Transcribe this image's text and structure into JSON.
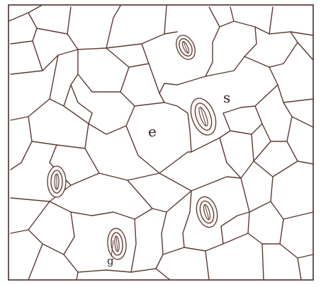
{
  "labels": {
    "epidermal_cell": "e",
    "stoma": "s",
    "guard_cell": "g"
  },
  "colors": {
    "line": "#5a3a33",
    "background": "#ffffff"
  }
}
